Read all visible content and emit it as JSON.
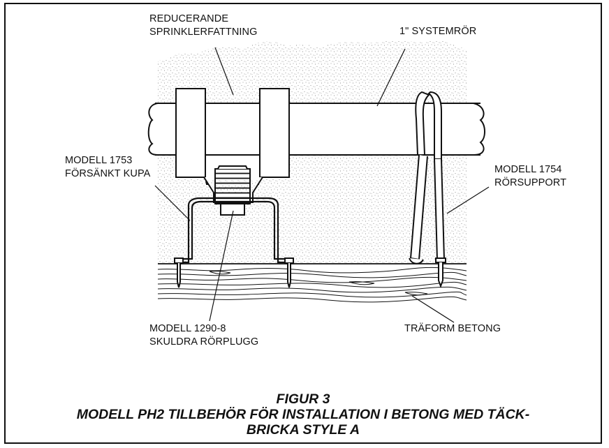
{
  "labels": {
    "reducing_fitting_line1": "REDUCERANDE",
    "reducing_fitting_line2": "SPRINKLERFATTNING",
    "system_pipe": "1\" SYSTEMRÖR",
    "cup_line1": "MODELL 1753",
    "cup_line2": "FÖRSÄNKT KUPA",
    "support_line1": "MODELL 1754",
    "support_line2": "RÖRSUPPORT",
    "plug_line1": "MODELL 1290-8",
    "plug_line2": "SKULDRA RÖRPLUGG",
    "formwork": "TRÄFORM BETONG"
  },
  "caption": {
    "line1": "FIGUR 3",
    "line2": "MODELL PH2 TILLBEHÖR FÖR INSTALLATION I BETONG MED TÄCK-",
    "line3": "BRICKA STYLE A"
  },
  "colors": {
    "ink": "#111111",
    "concrete_stipple": "#777777",
    "background": "#ffffff"
  }
}
